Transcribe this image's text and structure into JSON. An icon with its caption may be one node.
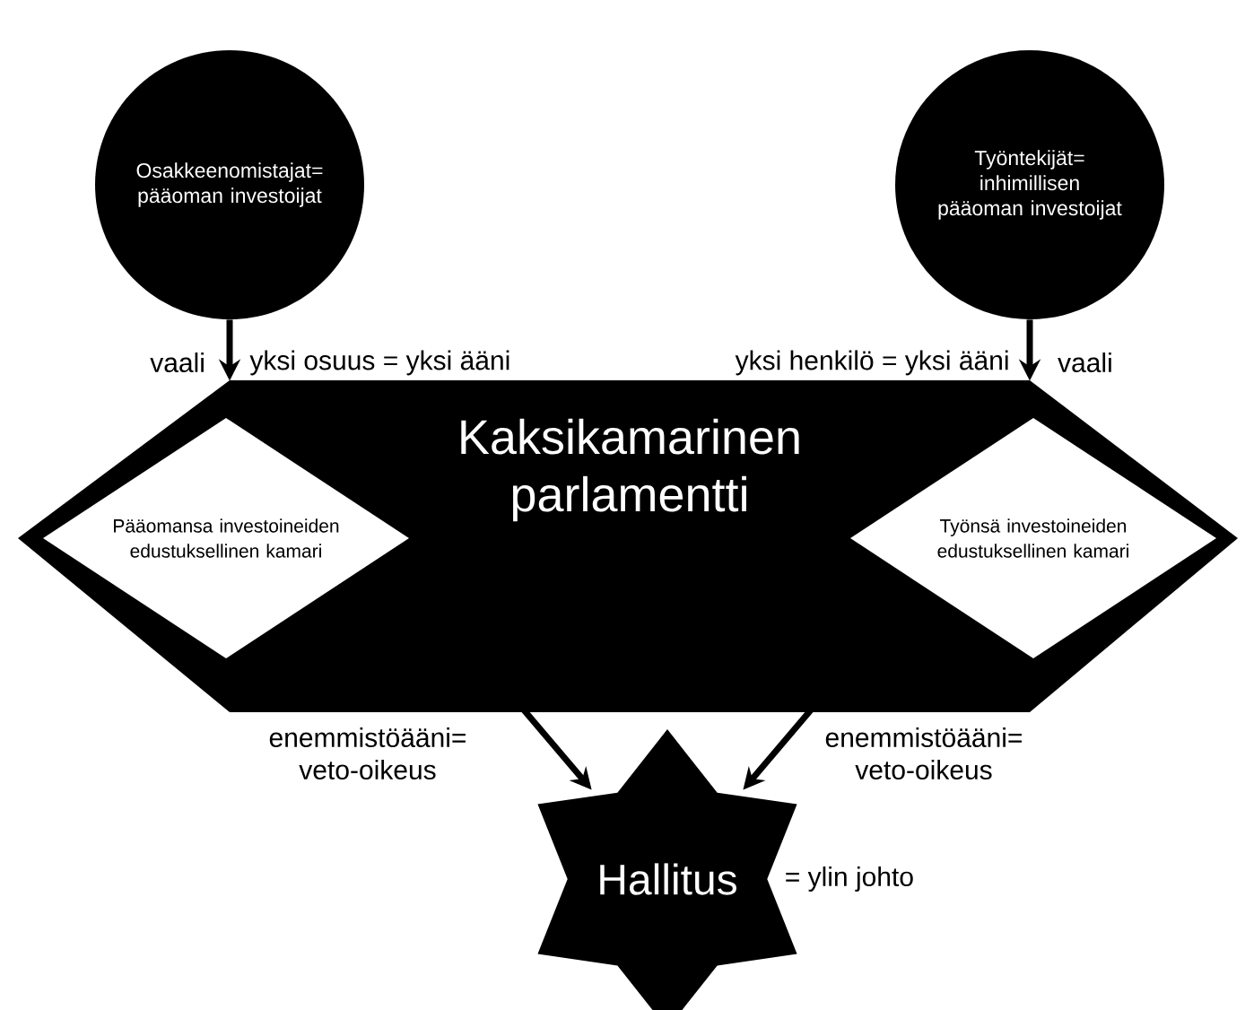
{
  "diagram": {
    "nodes": [
      {
        "text": [
          "Osakkeenomistajat= pääoman investoijat"
        ]
      },
      {
        "text": [
          "Työntekijät= inhimillisen pääoman investoijat"
        ]
      },
      {
        "text": [
          "Kaksikamarinen parlamentti"
        ]
      },
      {
        "text": [
          "Pääomansa investoineiden edustuksellinen kamari"
        ],
        "in": 2
      },
      {
        "text": [
          "Työnsä investoineiden edustuksellinen kamari"
        ],
        "in": 2
      },
      {
        "text": [
          "Hallitus"
        ],
        "beside": [
          "= ylin johto"
        ]
      }
    ],
    "edges": [
      {
        "from": 0,
        "to": 2,
        "arrow": "to",
        "label": "yksi osuus = yksi ääni"
      },
      {
        "from": 1,
        "to": 2,
        "arrow": "to",
        "label": "yksi henkilö = yksi ääni"
      },
      {
        "from": 2,
        "to": 5,
        "arrow": "to",
        "label": "enemmistöääni= veto-oikeus"
      },
      {
        "from": 2,
        "to": 5,
        "arrow": "to",
        "label": "enemmistöääni= veto-oikeus"
      }
    ],
    "labels": [
      "vaali",
      "vaali"
    ]
  }
}
